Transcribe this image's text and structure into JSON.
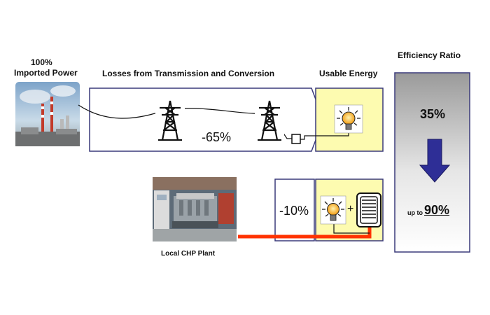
{
  "source": {
    "percent": "100%",
    "label": "Imported Power"
  },
  "transmission": {
    "label": "Losses from Transmission and Conversion",
    "loss": "-65%"
  },
  "usable": {
    "label": "Usable Energy"
  },
  "chp": {
    "label": "Local CHP Plant",
    "loss": "-10%",
    "plus": "+"
  },
  "efficiency": {
    "title": "Efficiency Ratio",
    "before": "35%",
    "after_prefix": "up to",
    "after": "90%"
  },
  "colors": {
    "box_border": "#3a3a7a",
    "usable_fill": "#fdfbb0",
    "arrow_fill": "#2e2e96",
    "chp_line": "#ff3300",
    "gradient_top": "#9a9a9a",
    "gradient_bottom": "#ffffff"
  },
  "icons": [
    "power-plant-image",
    "pylon-icon",
    "bulb-icon",
    "radiator-icon",
    "chp-engine-image",
    "down-arrow-icon"
  ]
}
